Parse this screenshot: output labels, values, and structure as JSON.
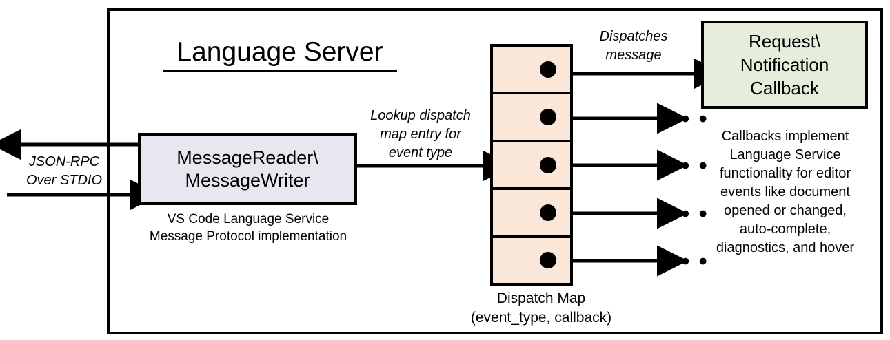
{
  "diagram": {
    "title": "Language Server",
    "boundary_label": "language-server-boundary"
  },
  "external_io": {
    "label_line1": "JSON-RPC",
    "label_line2": "Over STDIO",
    "outgoing_arrow": "arrow-left-out",
    "incoming_arrow": "arrow-right-in"
  },
  "reader_box": {
    "line1": "MessageReader\\",
    "line2": "MessageWriter",
    "fill": "#EAE6F0",
    "caption_line1": "VS Code Language Service",
    "caption_line2": "Message Protocol implementation"
  },
  "lookup_arrow": {
    "line1": "Lookup dispatch",
    "line2": "map entry for",
    "line3": "event type"
  },
  "dispatch_map": {
    "fill": "#FBE7D9",
    "row_count": 5,
    "rows": [
      {
        "id": "dispatch-row-1",
        "connector": "filled-dot"
      },
      {
        "id": "dispatch-row-2",
        "connector": "filled-dot"
      },
      {
        "id": "dispatch-row-3",
        "connector": "filled-dot"
      },
      {
        "id": "dispatch-row-4",
        "connector": "filled-dot"
      },
      {
        "id": "dispatch-row-5",
        "connector": "filled-dot"
      }
    ],
    "caption_line1": "Dispatch Map",
    "caption_line2": "(event_type, callback)"
  },
  "dispatches_arrow": {
    "line1": "Dispatches",
    "line2": "message"
  },
  "callback_box": {
    "line1": "Request\\",
    "line2": "Notification",
    "line3": "Callback",
    "fill": "#E6EDDB"
  },
  "callback_description": {
    "line1": "Callbacks implement",
    "line2": "Language Service",
    "line3": "functionality for editor",
    "line4": "events like document",
    "line5": "opened or changed,",
    "line6": "auto-complete,",
    "line7": "diagnostics, and hover"
  },
  "ellipses": {
    "glyph": "• • •",
    "count": 4
  },
  "colors": {
    "stroke": "#000000",
    "background": "#FFFFFF"
  }
}
